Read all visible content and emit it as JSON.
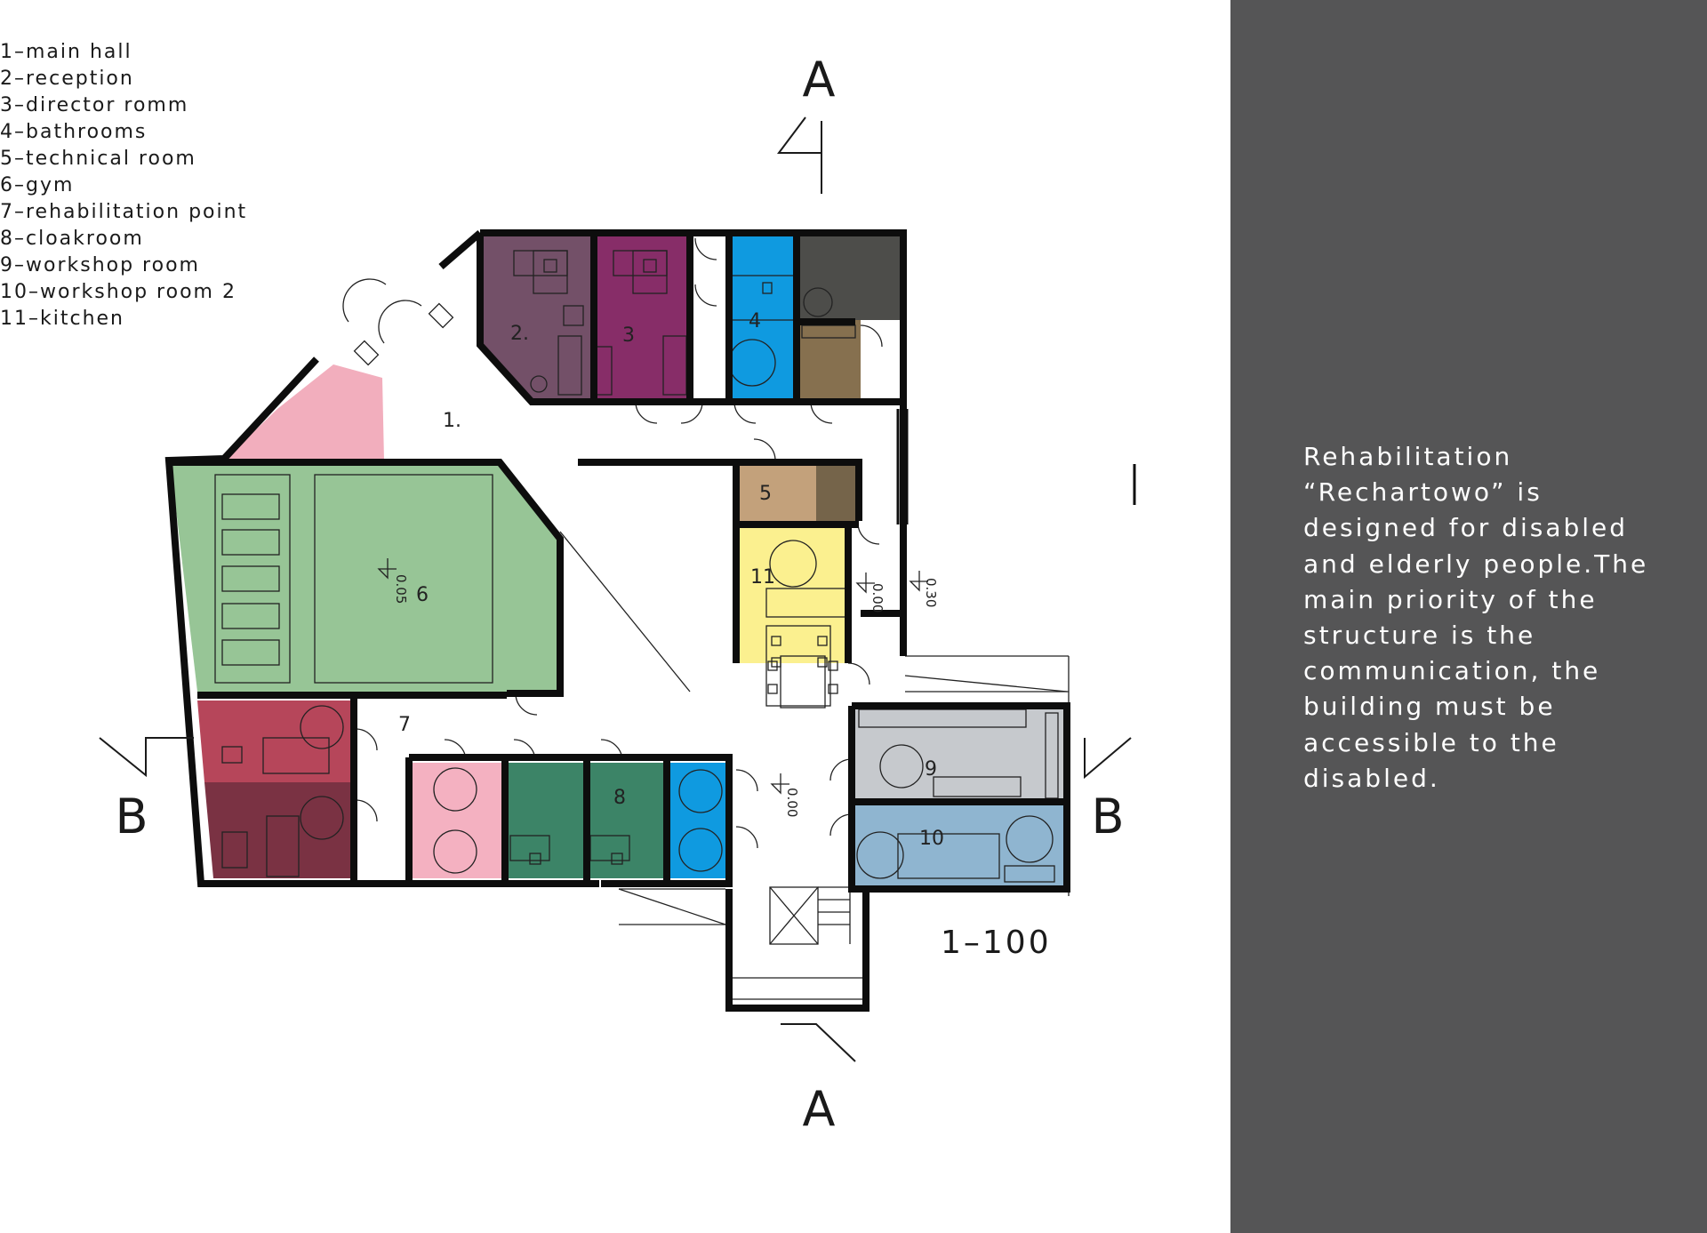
{
  "legend": [
    "1–main hall",
    "2–reception",
    "3–director romm",
    "4–bathrooms",
    "5–technical room",
    "6–gym",
    "7–rehabilitation point",
    "8–cloakroom",
    "9–workshop room",
    "10–workshop room 2",
    "11–kitchen"
  ],
  "rooms": {
    "r1": "1.",
    "r2": "2.",
    "r3": "3",
    "r4": "4",
    "r5": "5",
    "r6": "6",
    "r7": "7",
    "r8": "8",
    "r9": "9",
    "r10": "10",
    "r11": "11"
  },
  "levels": {
    "gym": "0.05",
    "kitchen": "0.00",
    "east": "0.30",
    "corridor": "0.00"
  },
  "section_markers": {
    "top": "A",
    "bottom": "A",
    "left": "B",
    "right": "B"
  },
  "scale": "1–100",
  "description": [
    "Rehabilitation",
    "“Rechartowo” is",
    "designed for disabled",
    "and elderly people.The",
    "main priority of the",
    "structure is the",
    "communication, the",
    "building must be",
    "accessible to the",
    "disabled."
  ],
  "colors": {
    "panel": "#555556",
    "logo": "#f08a20",
    "main_hall_entry": "#f2aebd",
    "reception": "#735068",
    "director": "#872d68",
    "bathrooms": "#0f9ae0",
    "storage_dark": "#4d4d4a",
    "storage_brown": "#86704f",
    "technical": "#c3a17b",
    "gym": "#97c596",
    "kitchen": "#fbf08f",
    "rehab_room_a": "#b6465a",
    "rehab_room_b": "#7a3243",
    "rehab_pink": "#f4b1c1",
    "cloakroom": "#3c8467",
    "workshop": "#c6c9cd",
    "workshop_2": "#8fb5d0"
  },
  "icons": [
    "logo-icon"
  ]
}
